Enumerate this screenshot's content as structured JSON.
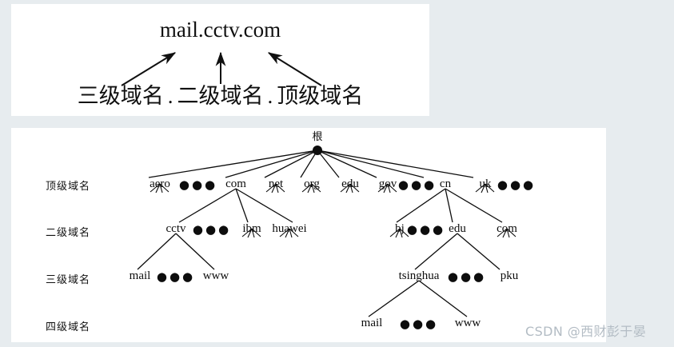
{
  "page": {
    "background_color": "#e7ecef",
    "panel_color": "#ffffff"
  },
  "figure_top": {
    "fqdn": "mail.cctv.com",
    "parts": {
      "third_level": "三级域名",
      "separator": ".",
      "second_level": "二级域名",
      "top_level": "顶级域名"
    }
  },
  "figure_tree": {
    "root": {
      "label": "根"
    },
    "row_labels": [
      {
        "id": "tld",
        "label": "顶级域名"
      },
      {
        "id": "sld",
        "label": "二级域名"
      },
      {
        "id": "third",
        "label": "三级域名"
      },
      {
        "id": "fourth",
        "label": "四级域名"
      }
    ],
    "ellipsis": "●●●",
    "levels": {
      "tld": [
        {
          "label": "aero"
        },
        {
          "label": "●●●"
        },
        {
          "label": "com"
        },
        {
          "label": "net"
        },
        {
          "label": "org"
        },
        {
          "label": "edu"
        },
        {
          "label": "gov"
        },
        {
          "label": "●●●"
        },
        {
          "label": "cn"
        },
        {
          "label": "uk"
        },
        {
          "label": "●●●"
        }
      ],
      "sld": [
        {
          "label": "cctv"
        },
        {
          "label": "●●●"
        },
        {
          "label": "ibm"
        },
        {
          "label": "huawei"
        },
        {
          "label": "bj"
        },
        {
          "label": "●●●"
        },
        {
          "label": "edu"
        },
        {
          "label": "com"
        }
      ],
      "third": [
        {
          "label": "mail"
        },
        {
          "label": "●●●"
        },
        {
          "label": "www"
        },
        {
          "label": "tsinghua"
        },
        {
          "label": "●●●"
        },
        {
          "label": "pku"
        }
      ],
      "fourth": [
        {
          "label": "mail"
        },
        {
          "label": "●●●"
        },
        {
          "label": "www"
        }
      ]
    }
  },
  "watermark": {
    "text": "CSDN @西财彭于晏"
  }
}
